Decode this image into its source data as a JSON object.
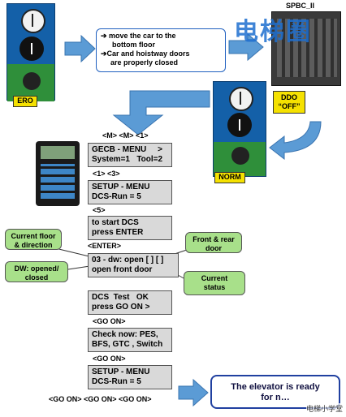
{
  "top": {
    "instruction_lines": [
      "➔ move the car to the",
      "bottom floor",
      "➔Car and hoistway doors",
      "are properly closed"
    ],
    "board_label": "SPBC_II",
    "watermark": "电梯圈"
  },
  "labels": {
    "ero": "ERO",
    "ddo_line1": "DDO",
    "ddo_line2": "“OFF”",
    "norm": "NORM"
  },
  "sequence": {
    "cmd1": "<M> <M> <1>",
    "box1": [
      "GECB - MENU     >",
      "System=1   Tool=2"
    ],
    "cmd2": "<1> <3>",
    "box2": [
      "SETUP - MENU",
      "DCS-Run = 5"
    ],
    "cmd3": "<5>",
    "box3": [
      "to start DCS",
      "press ENTER"
    ],
    "cmd4": "<ENTER>",
    "box4": [
      "03 - dw: open [ ] [ ]",
      "open front door"
    ],
    "box5": [
      "DCS  Test   OK",
      "press GO ON >"
    ],
    "cmd5": "<GO ON>",
    "box6": [
      "Check now: PES,",
      "BFS, GTC , Switch"
    ],
    "cmd6": "<GO ON>",
    "box7": [
      "SETUP - MENU",
      "DCS-Run = 5"
    ],
    "cmd7": "<GO ON> <GO ON> <GO ON>"
  },
  "callouts": {
    "current_floor": [
      "Current floor",
      "& direction"
    ],
    "front_rear": [
      "Front & rear",
      "door"
    ],
    "dw_state": [
      "DW: opened/",
      "closed"
    ],
    "current_status": [
      "Current",
      "status"
    ]
  },
  "final": {
    "ready_line1": "The elevator is ready",
    "ready_line2": "for n…",
    "footer_watermark": "电梯小学堂"
  },
  "colors": {
    "arrow_blue": "#5b9bd5",
    "callout_green": "#a8e08a",
    "label_yellow": "#f5e100",
    "panel_blue": "#1460a8",
    "box_grey": "#d9d9d9"
  }
}
